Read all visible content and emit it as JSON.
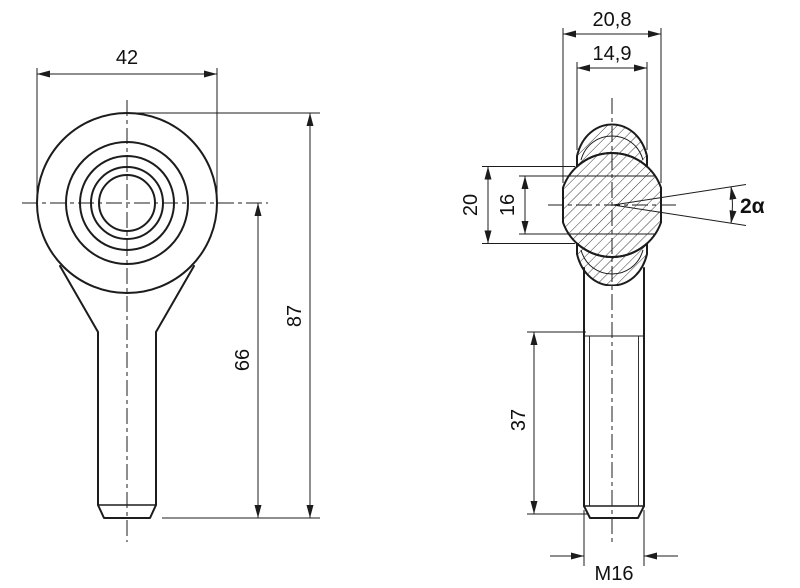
{
  "colors": {
    "line": "#1c1c1c",
    "background": "#ffffff",
    "hatch": "#3a3a3a"
  },
  "dims": {
    "head_width": "42",
    "overall_height": "87",
    "center_to_end": "66",
    "ball_width": "20,8",
    "housing_width": "14,9",
    "seat_diameter": "20",
    "bore_diameter": "16",
    "tilt_angle": "2α",
    "thread_length": "37",
    "thread_size": "M16"
  }
}
